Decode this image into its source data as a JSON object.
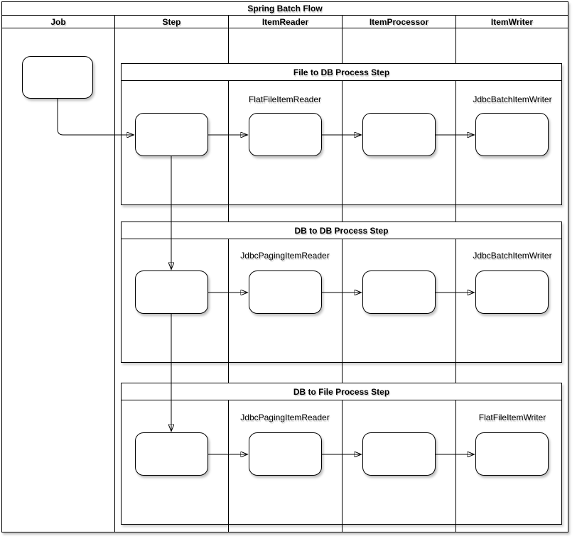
{
  "diagram": {
    "title": "Spring Batch Flow",
    "lanes": [
      {
        "label": "Job"
      },
      {
        "label": "Step"
      },
      {
        "label": "ItemReader"
      },
      {
        "label": "ItemProcessor"
      },
      {
        "label": "ItemWriter"
      }
    ],
    "groups": [
      {
        "title": "File to DB Process Step",
        "reader_label": "FlatFileItemReader",
        "writer_label": "JdbcBatchItemWriter"
      },
      {
        "title": "DB to DB Process Step",
        "reader_label": "JdbcPagingItemReader",
        "writer_label": "JdbcBatchItemWriter"
      },
      {
        "title": "DB to File Process Step",
        "reader_label": "JdbcPagingItemReader",
        "writer_label": "FlatFileItemWriter"
      }
    ],
    "colors": {
      "stroke": "#000000",
      "fill": "#ffffff",
      "background": "#ffffff"
    }
  }
}
